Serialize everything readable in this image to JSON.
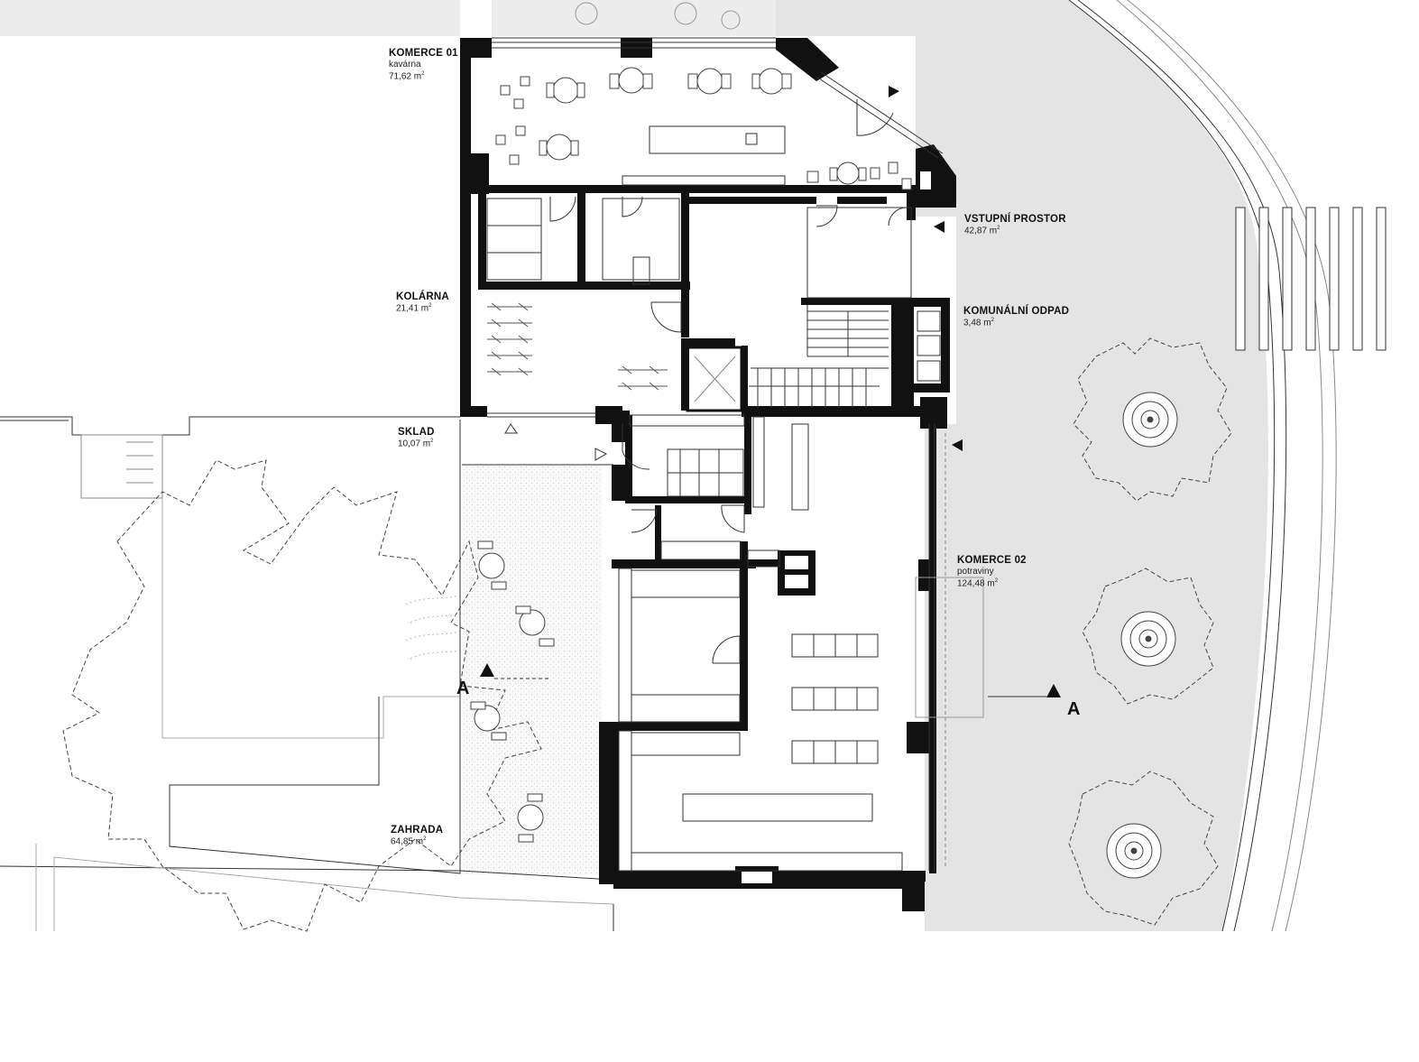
{
  "rooms": [
    {
      "id": "komerce-01",
      "name": "KOMERCE 01",
      "sub": "kavárna",
      "area": "71,62 m",
      "unit": "2"
    },
    {
      "id": "vstupni-prostor",
      "name": "VSTUPNÍ PROSTOR",
      "sub": "",
      "area": "42,87 m",
      "unit": "2"
    },
    {
      "id": "kolarna",
      "name": "KOLÁRNA",
      "sub": "",
      "area": "21,41 m",
      "unit": "2"
    },
    {
      "id": "komunalni-odpad",
      "name": "KOMUNÁLNÍ ODPAD",
      "sub": "",
      "area": "3,48 m",
      "unit": "2"
    },
    {
      "id": "sklad",
      "name": "SKLAD",
      "sub": "",
      "area": "10,07 m",
      "unit": "2"
    },
    {
      "id": "komerce-02",
      "name": "KOMERCE 02",
      "sub": "potraviny",
      "area": "124,48 m",
      "unit": "2"
    },
    {
      "id": "zahrada",
      "name": "ZAHRADA",
      "sub": "",
      "area": "64,85 m",
      "unit": "2"
    }
  ],
  "section_marks": {
    "left": "A",
    "right": "A"
  },
  "colors": {
    "wall": "#111111",
    "paving": "#e6e6e6",
    "courtyard": "#f2f2f2",
    "line": "#333333",
    "light_line": "#999999"
  }
}
